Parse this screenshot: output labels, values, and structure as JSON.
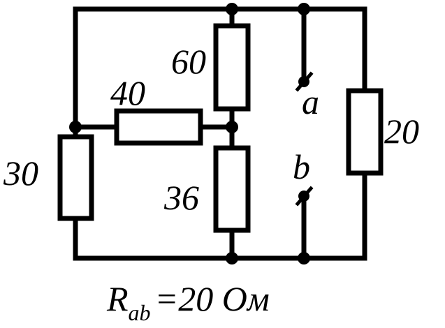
{
  "diagram": {
    "resistors": {
      "r_left": "30",
      "r_horizontal": "40",
      "r_top": "60",
      "r_middle": "36",
      "r_right": "20"
    },
    "terminals": {
      "a": "a",
      "b": "b"
    },
    "result": {
      "symbol": "R",
      "subscript": "ab",
      "value": "=20 Ом"
    },
    "colors": {
      "line": "#000000",
      "background": "#ffffff"
    }
  }
}
